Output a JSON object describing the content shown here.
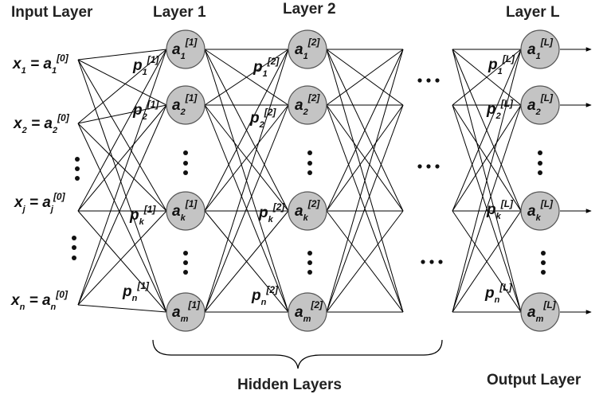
{
  "titles": {
    "input_layer": "Input Layer",
    "layer_1": "Layer 1",
    "layer_2": "Layer 2",
    "layer_L": "Layer L",
    "hidden_layers": "Hidden Layers",
    "output_layer": "Output Layer"
  },
  "inputs": [
    {
      "x": "x",
      "x_sub": "1",
      "eq": " = ",
      "a": "a",
      "a_sub": "1",
      "sup": "[0]"
    },
    {
      "x": "x",
      "x_sub": "2",
      "eq": " = ",
      "a": "a",
      "a_sub": "2",
      "sup": "[0]"
    },
    {
      "x": "x",
      "x_sub": "j",
      "eq": " = ",
      "a": "a",
      "a_sub": "j",
      "sup": "[0]"
    },
    {
      "x": "x",
      "x_sub": "n",
      "eq": " = ",
      "a": "a",
      "a_sub": "n",
      "sup": "[0]"
    }
  ],
  "layers": [
    {
      "nodes": [
        {
          "main": "a",
          "sub": "1",
          "sup": "[1]"
        },
        {
          "main": "a",
          "sub": "2",
          "sup": "[1]"
        },
        {
          "main": "a",
          "sub": "k",
          "sup": "[1]"
        },
        {
          "main": "a",
          "sub": "m",
          "sup": "[1]"
        }
      ],
      "weights": [
        {
          "main": "p",
          "sub": "1",
          "sup": "[1]"
        },
        {
          "main": "p",
          "sub": "2",
          "sup": "[1]"
        },
        {
          "main": "p",
          "sub": "k",
          "sup": "[1]"
        },
        {
          "main": "p",
          "sub": "n",
          "sup": "[1]"
        }
      ]
    },
    {
      "nodes": [
        {
          "main": "a",
          "sub": "1",
          "sup": "[2]"
        },
        {
          "main": "a",
          "sub": "2",
          "sup": "[2]"
        },
        {
          "main": "a",
          "sub": "k",
          "sup": "[2]"
        },
        {
          "main": "a",
          "sub": "m",
          "sup": "[2]"
        }
      ],
      "weights": [
        {
          "main": "p",
          "sub": "1",
          "sup": "[2]"
        },
        {
          "main": "p",
          "sub": "2",
          "sup": "[2]"
        },
        {
          "main": "p",
          "sub": "k",
          "sup": "[2]"
        },
        {
          "main": "p",
          "sub": "n",
          "sup": "[2]"
        }
      ]
    },
    {
      "nodes": [
        {
          "main": "a",
          "sub": "1",
          "sup": "[L]"
        },
        {
          "main": "a",
          "sub": "2",
          "sup": "[L]"
        },
        {
          "main": "a",
          "sub": "k",
          "sup": "[L]"
        },
        {
          "main": "a",
          "sub": "m",
          "sup": "[L]"
        }
      ],
      "weights": [
        {
          "main": "p",
          "sub": "1",
          "sup": "[L]"
        },
        {
          "main": "p",
          "sub": "2",
          "sup": "[L]"
        },
        {
          "main": "p",
          "sub": "k",
          "sup": "[L]"
        },
        {
          "main": "p",
          "sub": "n",
          "sup": "[L]"
        }
      ]
    }
  ]
}
